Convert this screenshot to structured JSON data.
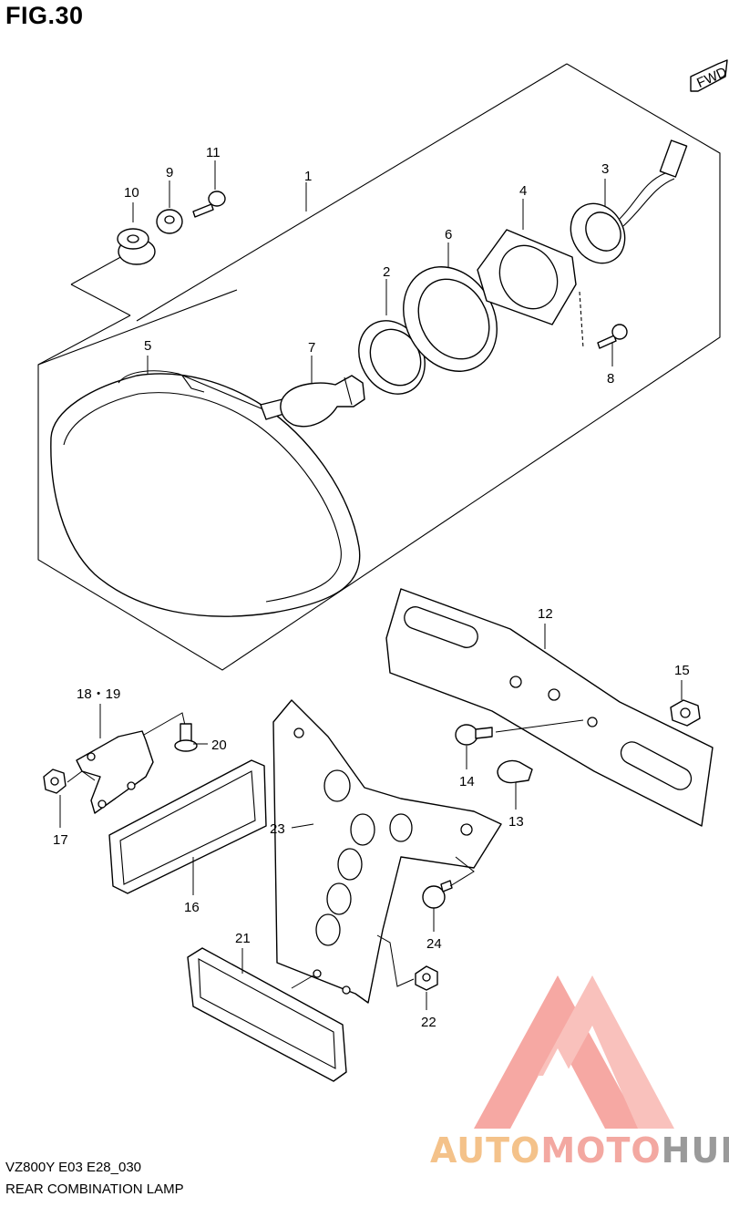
{
  "figure": {
    "title": "FIG.30",
    "fwd_label": "FWD"
  },
  "callouts": {
    "p1": "1",
    "p2": "2",
    "p3": "3",
    "p4": "4",
    "p5": "5",
    "p6": "6",
    "p7": "7",
    "p8": "8",
    "p9": "9",
    "p10": "10",
    "p11": "11",
    "p12": "12",
    "p13": "13",
    "p14": "14",
    "p15": "15",
    "p16": "16",
    "p17": "17",
    "p18_19": "18・19",
    "p20": "20",
    "p21": "21",
    "p22": "22",
    "p23": "23",
    "p24": "24"
  },
  "footer": {
    "model_code": "VZ800Y E03 E28_030",
    "caption": "REAR COMBINATION LAMP"
  },
  "watermark": {
    "part1": "AUTO",
    "part2": "MOTO",
    "part3": "HUB",
    "colors": {
      "orange": "#f4c28a",
      "pink": "#f3a8a1",
      "gray": "#9a9a9a",
      "logo": "#f59a93"
    }
  }
}
